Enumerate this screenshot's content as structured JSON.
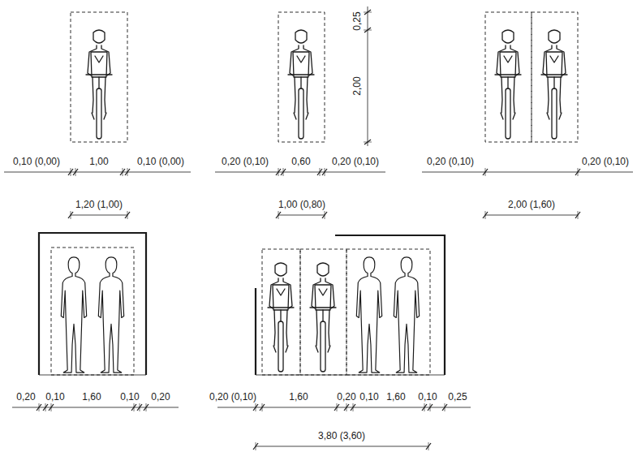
{
  "diagram": {
    "labels": [
      "0,10 (0,00)",
      "1,00",
      "0,10 (0,00)",
      "1,20 (1,00)",
      "0,20 (0,10)",
      "0,60",
      "0,20 (0,10)",
      "1,00 (0,80)",
      "0,25",
      "2,00",
      "0,20 (0,10)",
      "0,20 (0,10)",
      "2,00 (1,60)",
      "0,20",
      "0,10",
      "1,60",
      "0,10",
      "0,20",
      "0,20 (0,10)",
      "1,60",
      "0,20",
      "0,10",
      "1,60",
      "0,10",
      "0,25",
      "3,80 (3,60)"
    ]
  }
}
